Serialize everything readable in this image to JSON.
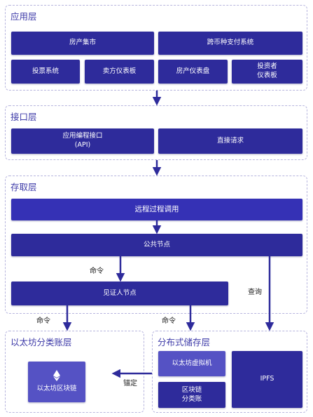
{
  "colors": {
    "box": "#2e2b9b",
    "box_light": "#5552c4",
    "arrow": "#2e2b9b",
    "layer_border": "#b7b5de",
    "title": "#3d3aa8"
  },
  "layers": {
    "application": {
      "title": "应用层",
      "boxes": {
        "real_estate_market": "房产集市",
        "cross_currency_payment": "跨币种支付系统",
        "voting_system": "投票系统",
        "seller_dashboard": "卖方仪表板",
        "property_dashboard": "房产仪表盘",
        "investor_dashboard": "投资者\n仪表板"
      }
    },
    "interface": {
      "title": "接口层",
      "boxes": {
        "api": "应用编程接口\n(API)",
        "direct_request": "直接请求"
      }
    },
    "access": {
      "title": "存取层",
      "boxes": {
        "rpc": "远程过程调用",
        "public_node": "公共节点",
        "witness_node": "见证人节点"
      }
    },
    "ethereum_ledger": {
      "title": "以太坊分类账层",
      "boxes": {
        "ethereum_blockchain": "以太坊区块链"
      },
      "icon": "ethereum-icon"
    },
    "distributed_storage": {
      "title": "分布式储存层",
      "boxes": {
        "evm": "以太坊虚拟机",
        "blockchain_ledger": "区块链\n分类账",
        "ipfs": "IPFS"
      }
    }
  },
  "arrow_labels": {
    "command_1": "命令",
    "command_2": "命令",
    "command_3": "命令",
    "query": "查询",
    "anchor": "锚定"
  }
}
